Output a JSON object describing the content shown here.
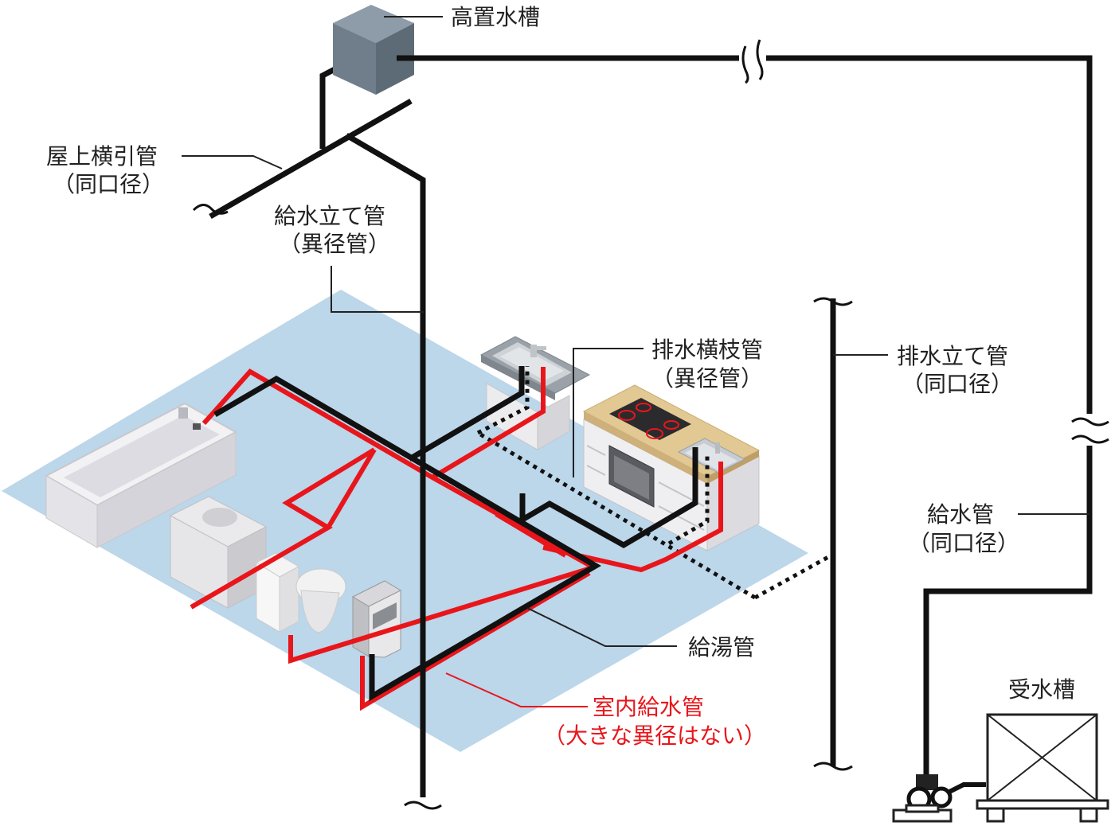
{
  "labels": {
    "elevated_tank": "高置水槽",
    "roof_pipe_1": "屋上横引管",
    "roof_pipe_2": "（同口径）",
    "supply_riser_1": "給水立て管",
    "supply_riser_2": "（異径管）",
    "drain_branch_1": "排水横枝管",
    "drain_branch_2": "（異径管）",
    "drain_riser_1": "排水立て管",
    "drain_riser_2": "（同口径）",
    "supply_pipe_1": "給水管",
    "supply_pipe_2": "（同口径）",
    "hot_water_pipe": "給湯管",
    "indoor_supply_1": "室内給水管",
    "indoor_supply_2": "（大きな異径はない）",
    "receiving_tank": "受水槽"
  },
  "colors": {
    "floor": "#bcd6ea",
    "red_pipe": "#e8161b",
    "black_pipe": "#111111",
    "tank_top": "#8d9ca8",
    "tank_left": "#6f7e8a",
    "tank_right": "#5d6b76",
    "counter": "#e2c892"
  },
  "icons": {
    "elevated_tank": "cube-tank-icon",
    "bathtub": "bathtub-icon",
    "washer": "washing-machine-icon",
    "toilet": "toilet-icon",
    "water_heater": "water-heater-icon",
    "sink": "sink-icon",
    "kitchen": "kitchen-stove-icon",
    "pump": "pump-icon",
    "receiving_tank": "receiving-tank-icon"
  }
}
